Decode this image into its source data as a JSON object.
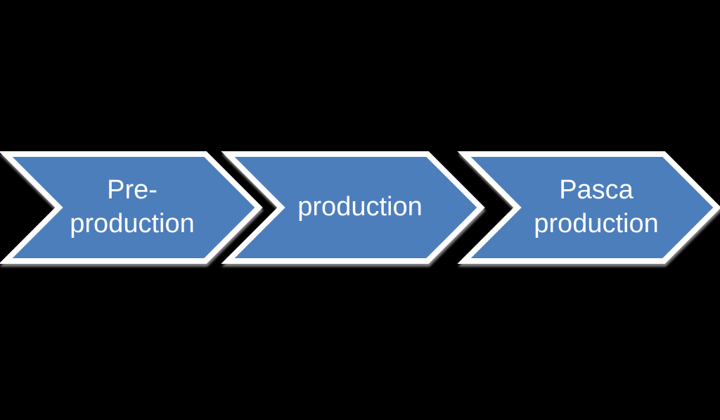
{
  "canvas": {
    "background_color": "#000000"
  },
  "diagram": {
    "type": "horizontal-chevron-process-flow",
    "direction": "left-to-right",
    "shape_fill": "#4D7EBC",
    "shape_outline": "#FFFFFF",
    "label_color": "#FFFFFF",
    "steps": [
      {
        "label": "Pre-production",
        "lines": [
          "Pre-",
          "production"
        ]
      },
      {
        "label": "production",
        "lines": [
          "production"
        ]
      },
      {
        "label": "Pasca production",
        "lines": [
          "Pasca",
          "production"
        ]
      }
    ]
  }
}
